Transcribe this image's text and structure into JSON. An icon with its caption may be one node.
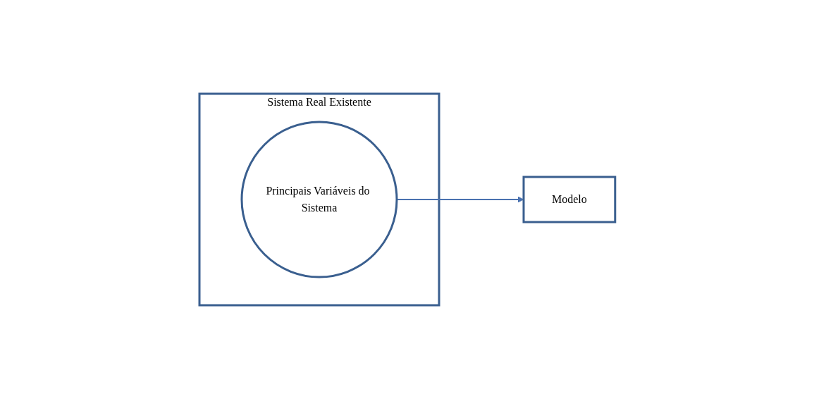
{
  "diagram": {
    "nodes": [
      {
        "text": [
          "Sistema Real Existente"
        ]
      },
      {
        "text": [
          "Principais Variáveis do Sistema"
        ],
        "in": 0
      },
      {
        "text": [
          "Modelo"
        ]
      }
    ],
    "edges": [
      {
        "from": 1,
        "to": 2,
        "arrow": "to"
      }
    ]
  }
}
